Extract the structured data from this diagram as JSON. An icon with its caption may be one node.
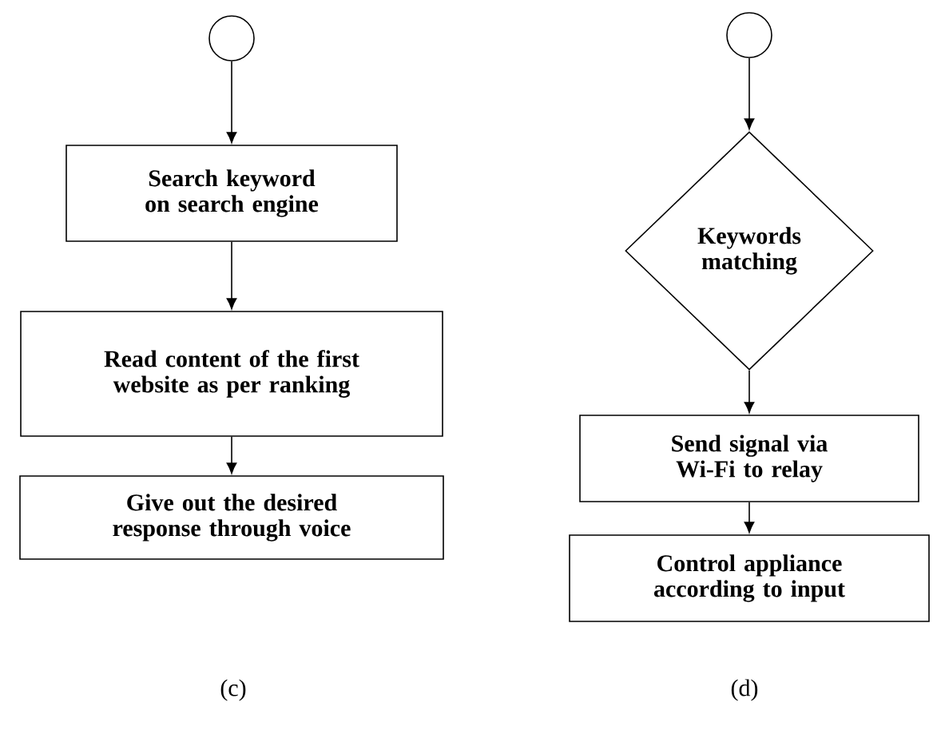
{
  "diagram": {
    "nodes": [
      {
        "text": [],
        "shape": "circle"
      },
      {
        "text": [
          "Search keyword on search engine"
        ]
      },
      {
        "text": [
          "Read content of the first website as per ranking"
        ]
      },
      {
        "text": [
          "Give out the desired response through voice"
        ]
      },
      {
        "text": [],
        "shape": "circle"
      },
      {
        "text": [
          "Keywords matching"
        ]
      },
      {
        "text": [
          "Send signal via Wi-Fi to relay"
        ]
      },
      {
        "text": [
          "Control appliance according to input"
        ]
      }
    ],
    "edges": [
      {
        "from": 0,
        "to": 1,
        "arrow": "to"
      },
      {
        "from": 1,
        "to": 2,
        "arrow": "to"
      },
      {
        "from": 2,
        "to": 3,
        "arrow": "to"
      },
      {
        "from": 4,
        "to": 5,
        "arrow": "to"
      },
      {
        "from": 5,
        "to": 6,
        "arrow": "to"
      },
      {
        "from": 6,
        "to": 7,
        "arrow": "to"
      }
    ],
    "labels": [
      "(c)",
      "(d)"
    ]
  }
}
